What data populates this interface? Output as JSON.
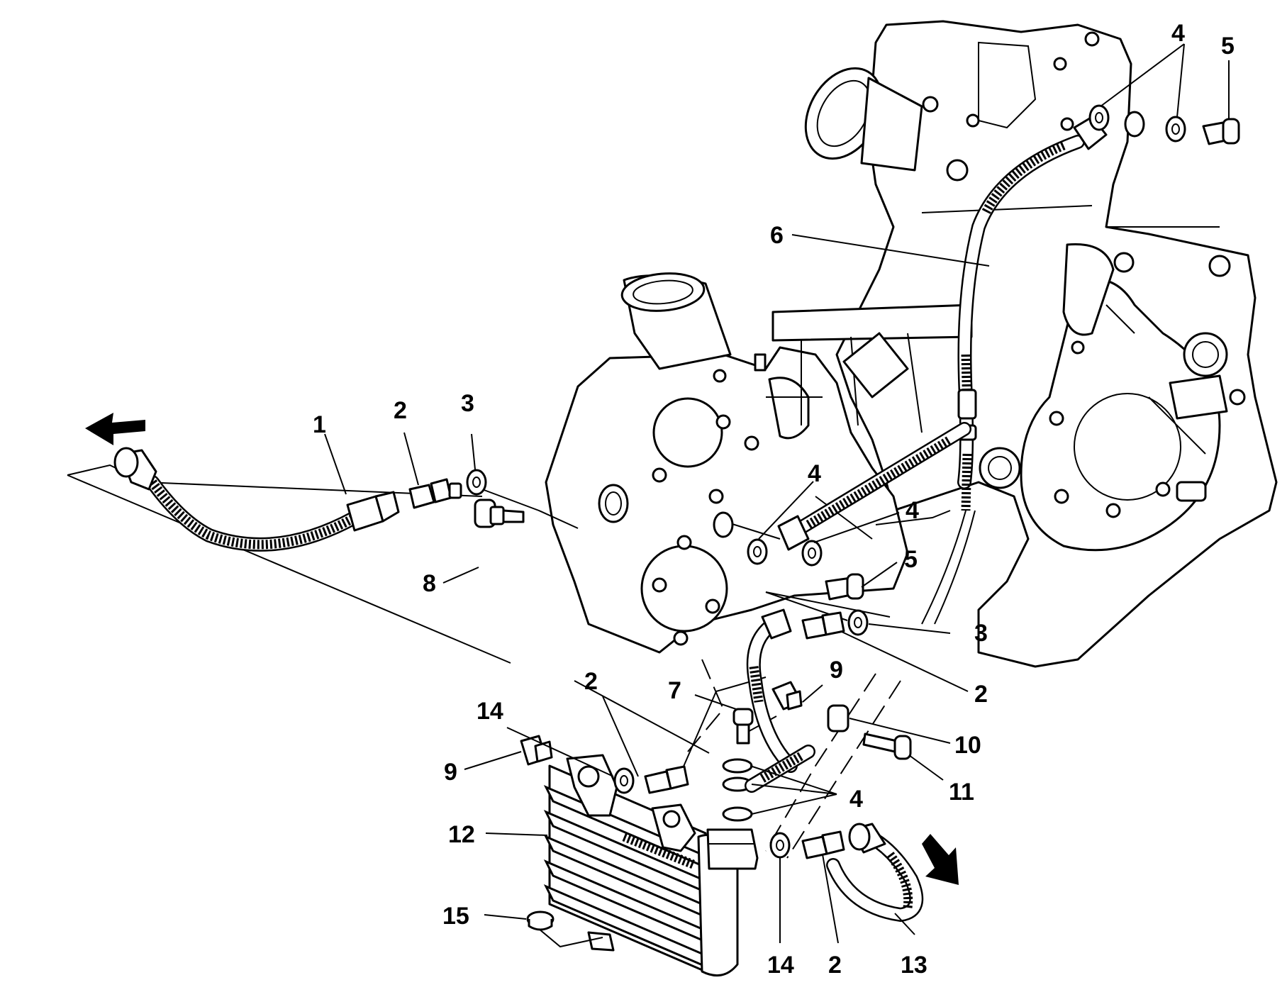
{
  "callouts": {
    "c1": "1",
    "c2a": "2",
    "c2b": "2",
    "c2c": "2",
    "c2d": "2",
    "c3a": "3",
    "c3b": "3",
    "c4a": "4",
    "c4b": "4",
    "c4c": "4",
    "c4d": "4",
    "c5a": "5",
    "c5b": "5",
    "c6": "6",
    "c7": "7",
    "c8": "8",
    "c9a": "9",
    "c9b": "9",
    "c10": "10",
    "c11": "11",
    "c12": "12",
    "c13": "13",
    "c14a": "14",
    "c14b": "14",
    "c15": "15"
  },
  "colors": {
    "ink": "#000000",
    "paper": "#ffffff"
  }
}
